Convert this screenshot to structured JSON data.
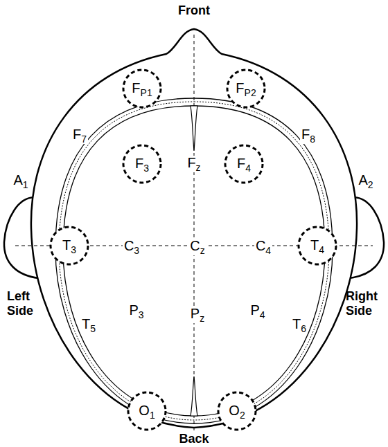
{
  "diagram": {
    "nodes": [
      {
        "text": [
          "FP1"
        ]
      },
      {
        "text": [
          "FP2"
        ]
      },
      {
        "text": [
          "F3"
        ]
      },
      {
        "text": [
          "F4"
        ]
      },
      {
        "text": [
          "T3"
        ]
      },
      {
        "text": [
          "T4"
        ]
      },
      {
        "text": [
          "O1"
        ]
      },
      {
        "text": [
          "O2"
        ]
      }
    ],
    "labels": [
      "Front",
      "F7",
      "Fz",
      "F8",
      "A1",
      "A2",
      "C3",
      "Cz",
      "C4",
      "Left Side",
      "P3",
      "Pz",
      "P4",
      "Right Side",
      "T5",
      "T6",
      "Back"
    ]
  }
}
